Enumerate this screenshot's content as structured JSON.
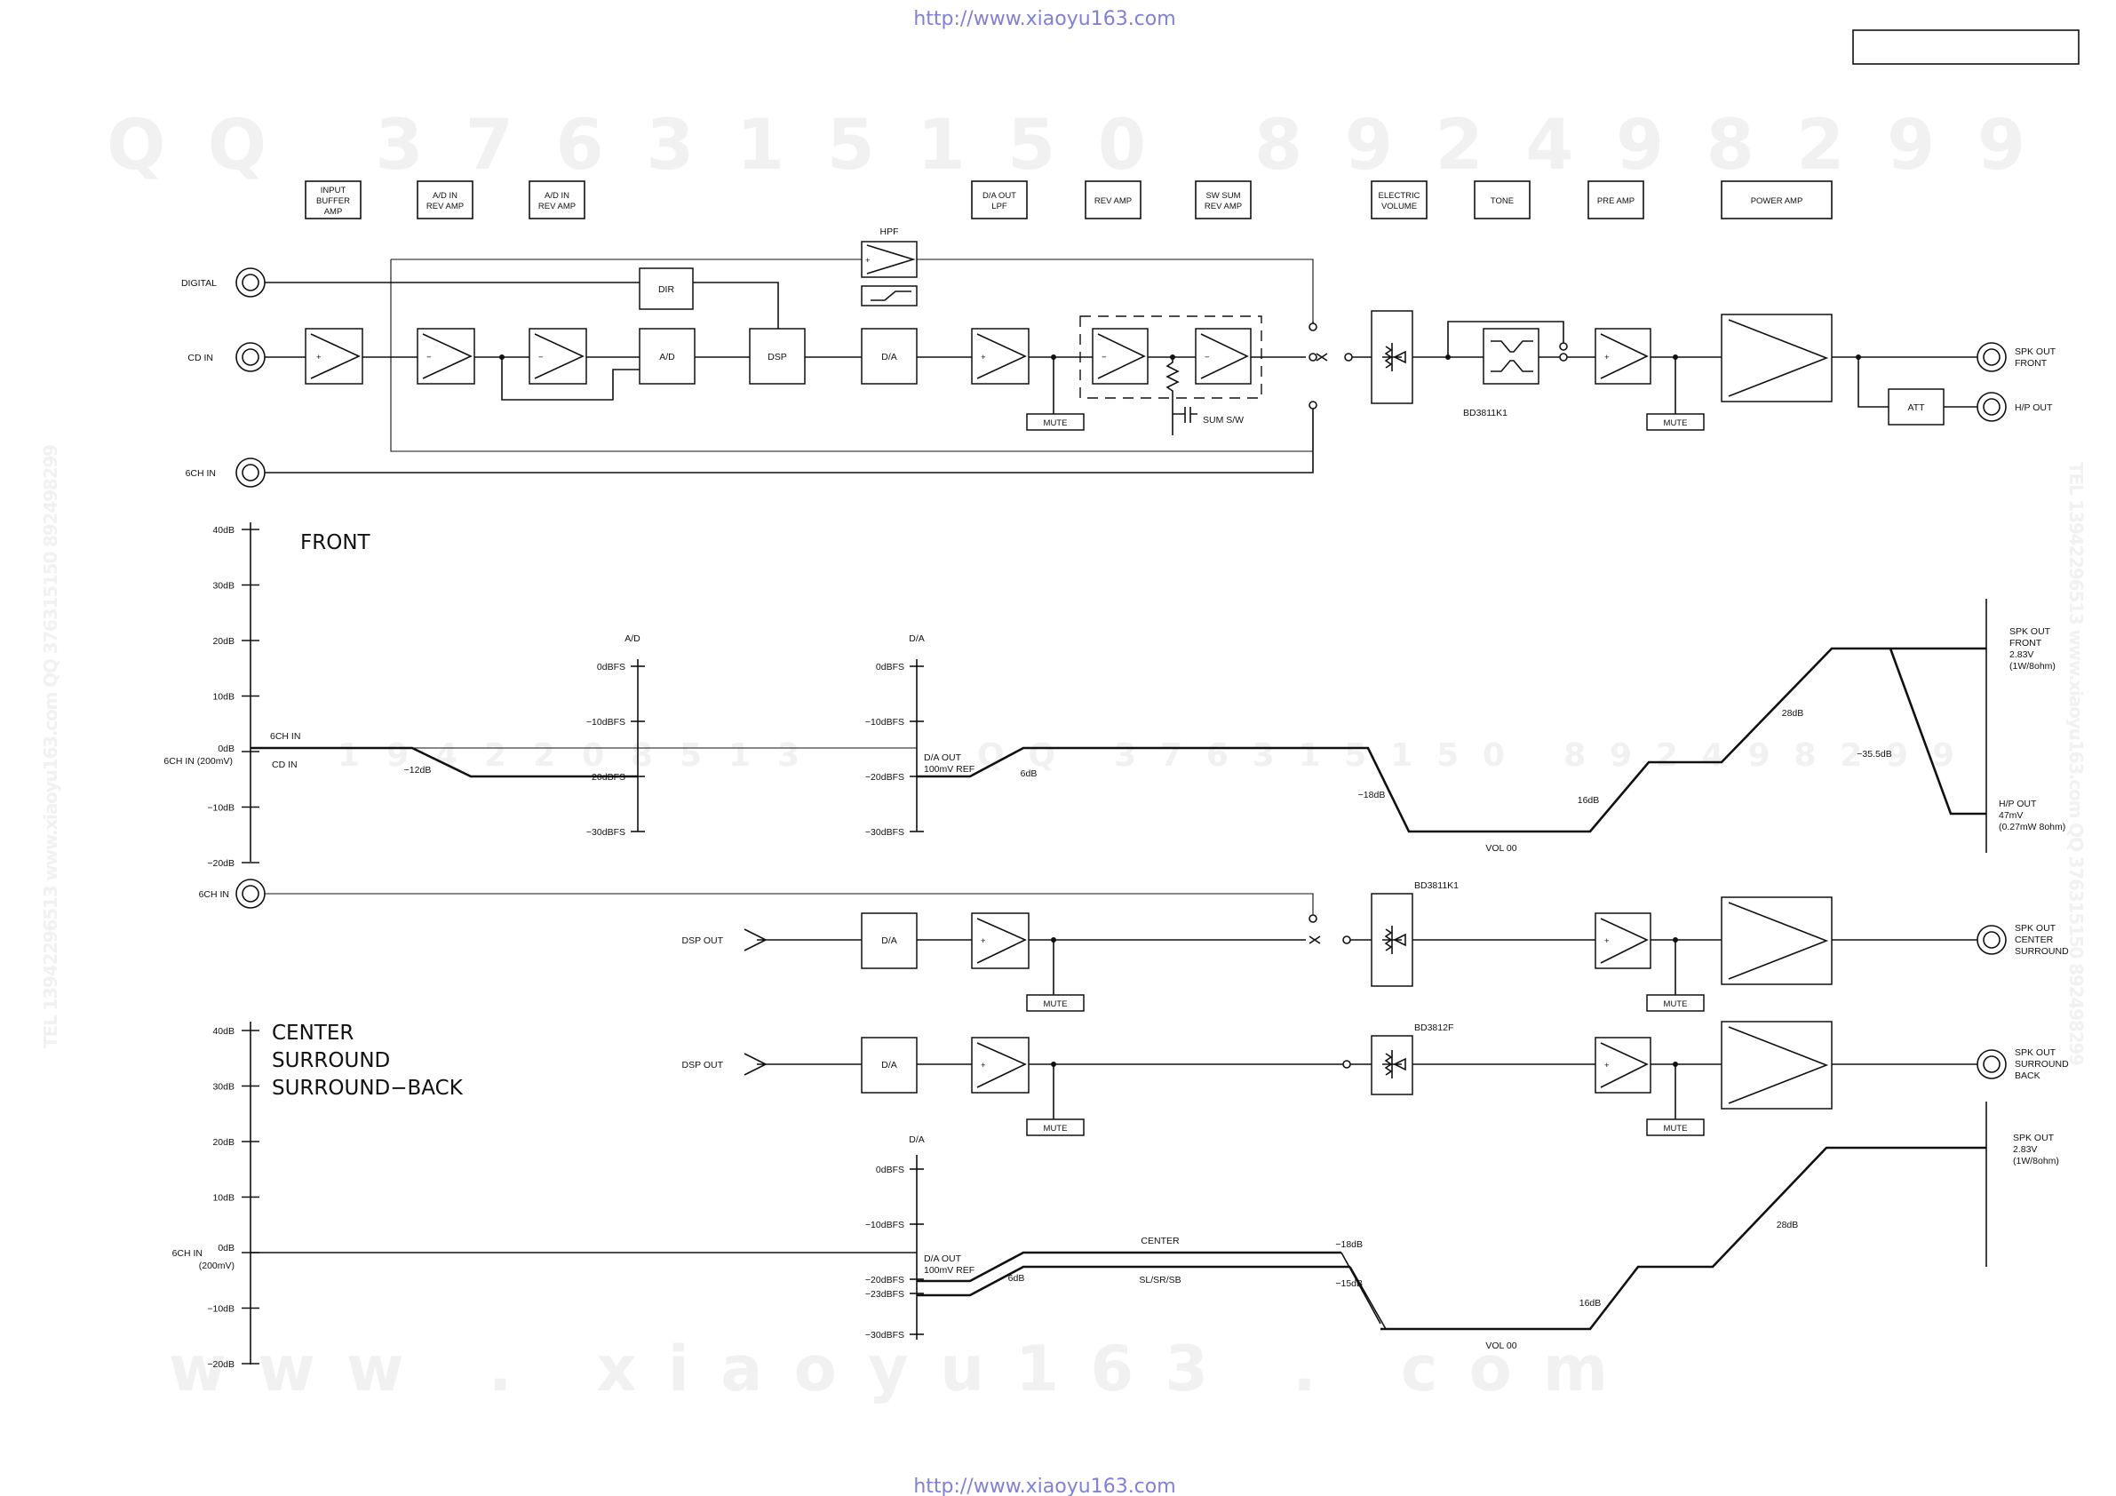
{
  "watermarks": {
    "url_top": "http://www.xiaoyu163.com",
    "url_bottom": "http://www.xiaoyu163.com",
    "qq_top": "QQ 376315150   892498299",
    "qq_mid": "QQ 376315150   892498299",
    "qq_mid2": "1 9 4 2 2 0 8 5 1 3",
    "site": "www . xiaoyu163 . com",
    "side_left": "TEL 13942296513  www.xiaoyu163.com  QQ 376315150 892498299",
    "side_right": "TEL 13942296513  www.xiaoyu163.com  QQ 376315150 892498299"
  },
  "stages": [
    [
      "INPUT",
      "BUFFER",
      "AMP"
    ],
    [
      "A/D IN",
      "REV AMP"
    ],
    [
      "A/D IN",
      "REV AMP"
    ],
    [
      "D/A OUT",
      "LPF"
    ],
    [
      "REV AMP"
    ],
    [
      "SW SUM",
      "REV AMP"
    ],
    [
      "ELECTRIC",
      "VOLUME"
    ],
    [
      "TONE"
    ],
    [
      "PRE AMP"
    ],
    [
      "POWER AMP"
    ]
  ],
  "front_chain": {
    "inputs": {
      "digital": "DIGITAL",
      "cd": "CD IN",
      "ch6": "6CH IN"
    },
    "blocks": {
      "dir": "DIR",
      "ad": "A/D",
      "dsp": "DSP",
      "da": "D/A",
      "hpf": "HPF",
      "att": "ATT"
    },
    "mute": "MUTE",
    "sum_sw": "SUM S/W",
    "ic": "BD3811K1",
    "outputs": {
      "spk": [
        "SPK OUT",
        "FRONT"
      ],
      "hp": "H/P OUT"
    }
  },
  "front_level": {
    "title": "FRONT",
    "y_ticks": [
      "40dB",
      "30dB",
      "20dB",
      "10dB",
      "0dB",
      "−10dB",
      "−20dB"
    ],
    "input_label": "6CH IN  (200mV)",
    "labels": {
      "ch6_in": "6CH IN",
      "cd_in": "CD IN",
      "m12": "−12dB",
      "ad": "A/D",
      "da": "D/A",
      "da_out": [
        "D/A OUT",
        "100mV REF"
      ],
      "g6": "6dB",
      "m18": "−18dB",
      "vol": "VOL 00",
      "g16": "16dB",
      "g28": "28dB",
      "m355": "−35.5dB",
      "spk": [
        "SPK OUT",
        "FRONT",
        "2.83V",
        "(1W/8ohm)"
      ],
      "hp": [
        "H/P OUT",
        "47mV",
        "(0.27mW 8ohm)"
      ]
    },
    "ad_scale": [
      "0dBFS",
      "−10dBFS",
      "−20dBFS",
      "−30dBFS"
    ],
    "da_scale": [
      "0dBFS",
      "−10dBFS",
      "−20dBFS",
      "−30dBFS"
    ]
  },
  "center_chain": {
    "ch6": "6CH IN",
    "dsp_out": "DSP OUT",
    "da": "D/A",
    "ic": "BD3811K1",
    "mute": "MUTE",
    "out": [
      "SPK OUT",
      "CENTER",
      "SURROUND"
    ]
  },
  "back_chain": {
    "dsp_out": "DSP OUT",
    "da": "D/A",
    "ic": "BD3812F",
    "mute": "MUTE",
    "out": [
      "SPK OUT",
      "SURROUND",
      "BACK"
    ]
  },
  "center_level": {
    "title": [
      "CENTER",
      "SURROUND",
      "SURROUND−BACK"
    ],
    "y_ticks": [
      "40dB",
      "30dB",
      "20dB",
      "10dB",
      "0dB",
      "−10dB",
      "−20dB"
    ],
    "input_label": [
      "6CH IN",
      "(200mV)"
    ],
    "da": "D/A",
    "da_scale": [
      "0dBFS",
      "−10dBFS",
      "−20dBFS",
      "−23dBFS",
      "−30dBFS"
    ],
    "labels": {
      "da_out": [
        "D/A OUT",
        "100mV REF"
      ],
      "g6": "6dB",
      "center": "CENTER",
      "slsrsb": "SL/SR/SB",
      "m18": "−18dB",
      "m15": "−15dB",
      "vol": "VOL 00",
      "g16": "16dB",
      "g28": "28dB",
      "spk": [
        "SPK OUT",
        "2.83V",
        "(1W/8ohm)"
      ]
    }
  }
}
